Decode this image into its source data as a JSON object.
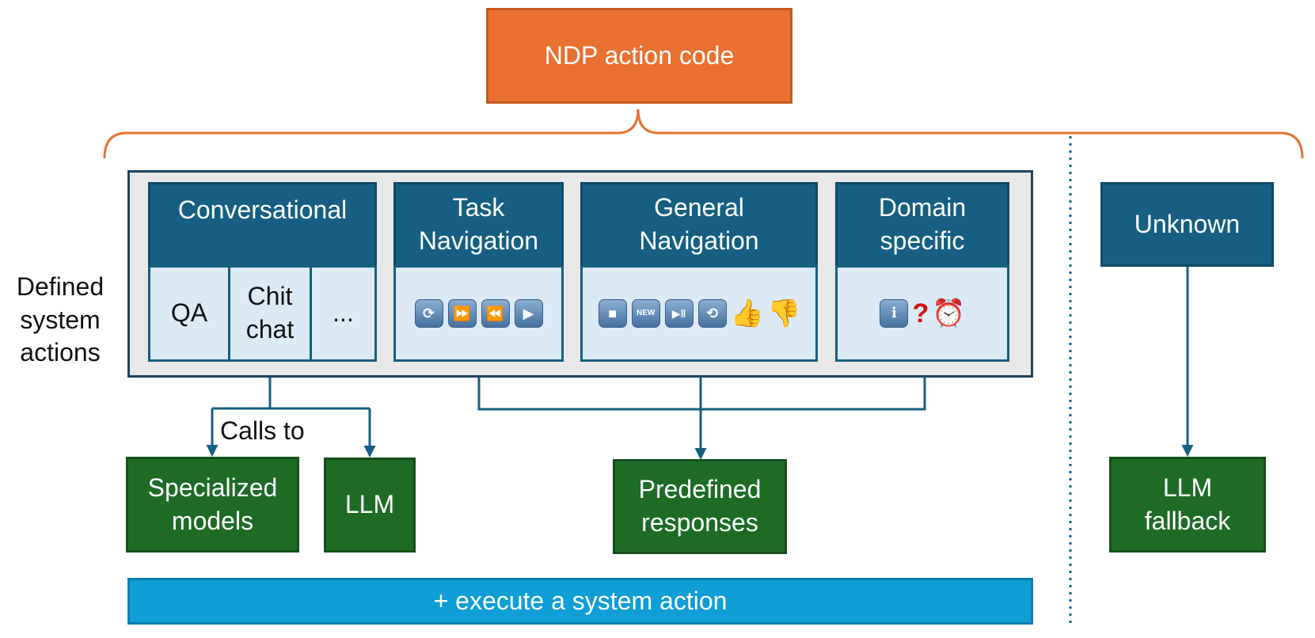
{
  "header": {
    "title": "NDP action code"
  },
  "side_label": "Defined\nsystem\nactions",
  "categories": {
    "conversational": {
      "title": "Conversational",
      "sub": [
        "QA",
        "Chit\nchat",
        "..."
      ]
    },
    "task_navigation": {
      "title": "Task\nNavigation",
      "icons": [
        "refresh-icon",
        "fast-forward-icon",
        "rewind-icon",
        "play-icon"
      ]
    },
    "general_navigation": {
      "title": "General\nNavigation",
      "icons": [
        "stop-icon",
        "new-icon",
        "play-pause-icon",
        "repeat-icon",
        "thumbs-up-icon",
        "thumbs-down-icon"
      ],
      "new_glyph": "NEW"
    },
    "domain_specific": {
      "title": "Domain\nspecific",
      "icons": [
        "info-icon",
        "question-mark-icon",
        "alarm-clock-icon"
      ]
    },
    "unknown": {
      "title": "Unknown"
    }
  },
  "calls_to": "Calls to",
  "targets": {
    "specialized_models": "Specialized\nmodels",
    "llm": "LLM",
    "predefined_responses": "Predefined\nresponses",
    "llm_fallback": "LLM\nfallback"
  },
  "execute_bar": "+ execute a system action",
  "colors": {
    "orange": "#e97132",
    "navy": "#165f82",
    "green": "#1e6b26",
    "light_blue": "#dceaf6",
    "bar_blue": "#0f9ed5",
    "panel_gray": "#e8e8e8"
  }
}
